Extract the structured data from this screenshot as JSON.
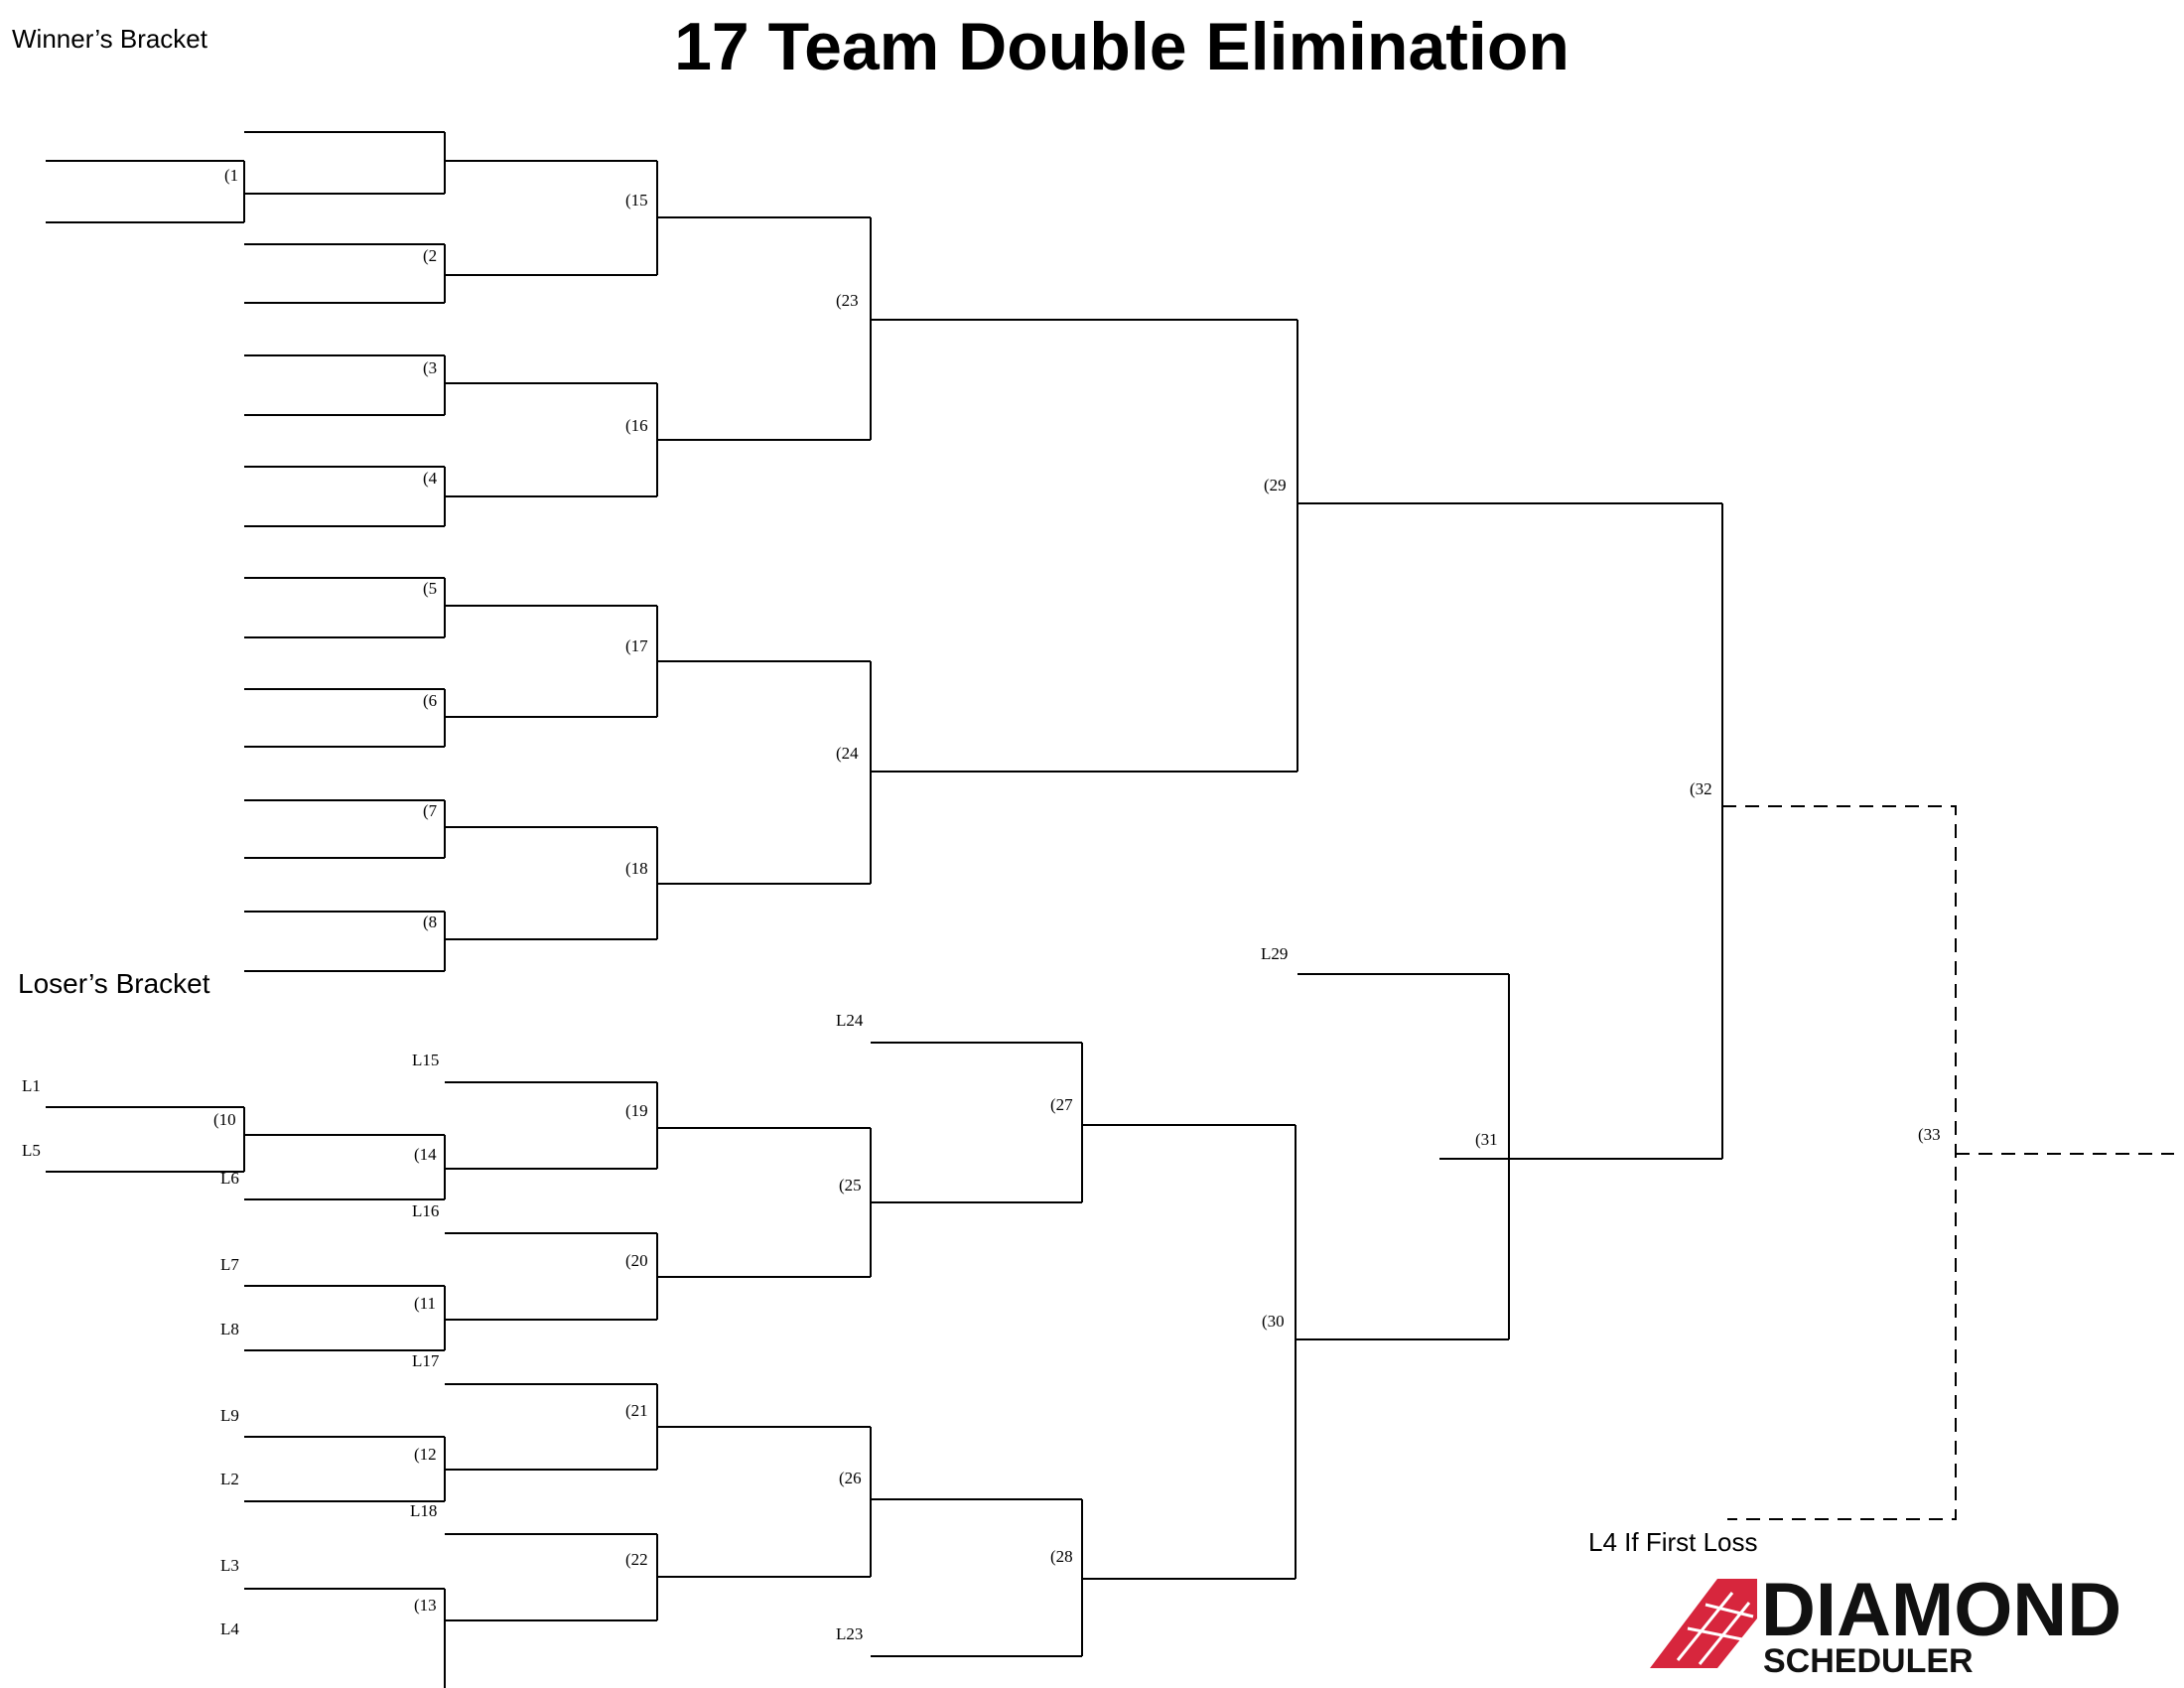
{
  "title": "17 Team Double Elimination",
  "winners_label": "Winner’s Bracket",
  "losers_label": "Loser’s Bracket",
  "winners_games": {
    "g1": "(1",
    "g2": "(2",
    "g3": "(3",
    "g4": "(4",
    "g5": "(5",
    "g6": "(6",
    "g7": "(7",
    "g8": "(8",
    "g15": "(15",
    "g16": "(16",
    "g17": "(17",
    "g18": "(18",
    "g23": "(23",
    "g24": "(24",
    "g29": "(29",
    "g32": "(32",
    "g33": "(33"
  },
  "losers_games": {
    "g10": "(10",
    "g11": "(11",
    "g12": "(12",
    "g13": "(13",
    "g14": "(14",
    "g19": "(19",
    "g20": "(20",
    "g21": "(21",
    "g22": "(22",
    "g25": "(25",
    "g26": "(26",
    "g27": "(27",
    "g28": "(28",
    "g30": "(30",
    "g31": "(31"
  },
  "loser_sources": {
    "L1": "L1",
    "L5": "L5",
    "L6": "L6",
    "L7": "L7",
    "L8": "L8",
    "L9": "L9",
    "L2": "L2",
    "L3": "L3",
    "L4": "L4",
    "L15": "L15",
    "L16": "L16",
    "L17": "L17",
    "L18": "L18",
    "L23": "L23",
    "L24": "L24",
    "L29": "L29"
  },
  "if_necessary_note": "L4 If First Loss",
  "logo": {
    "name": "DIAMOND",
    "sub": "SCHEDULER",
    "color": "#d7263d"
  }
}
